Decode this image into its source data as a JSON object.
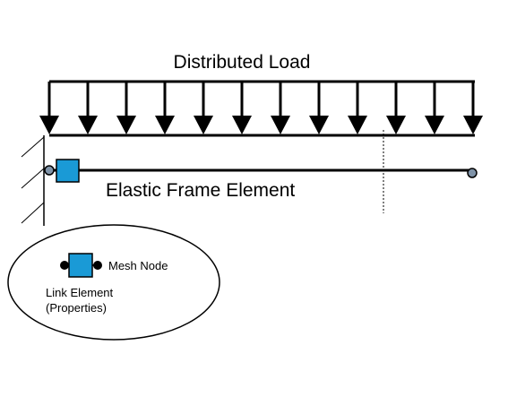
{
  "labels": {
    "distributed_load": "Distributed Load",
    "elastic_frame_element": "Elastic Frame Element",
    "mesh_node": "Mesh Node",
    "link_element_line1": "Link Element",
    "link_element_line2": "(Properties)"
  },
  "load": {
    "arrow_count": 12
  },
  "colors": {
    "line": "#000000",
    "node_fill": "#1a9ad6",
    "joint_fill": "#7f93a8",
    "background": "#ffffff"
  }
}
